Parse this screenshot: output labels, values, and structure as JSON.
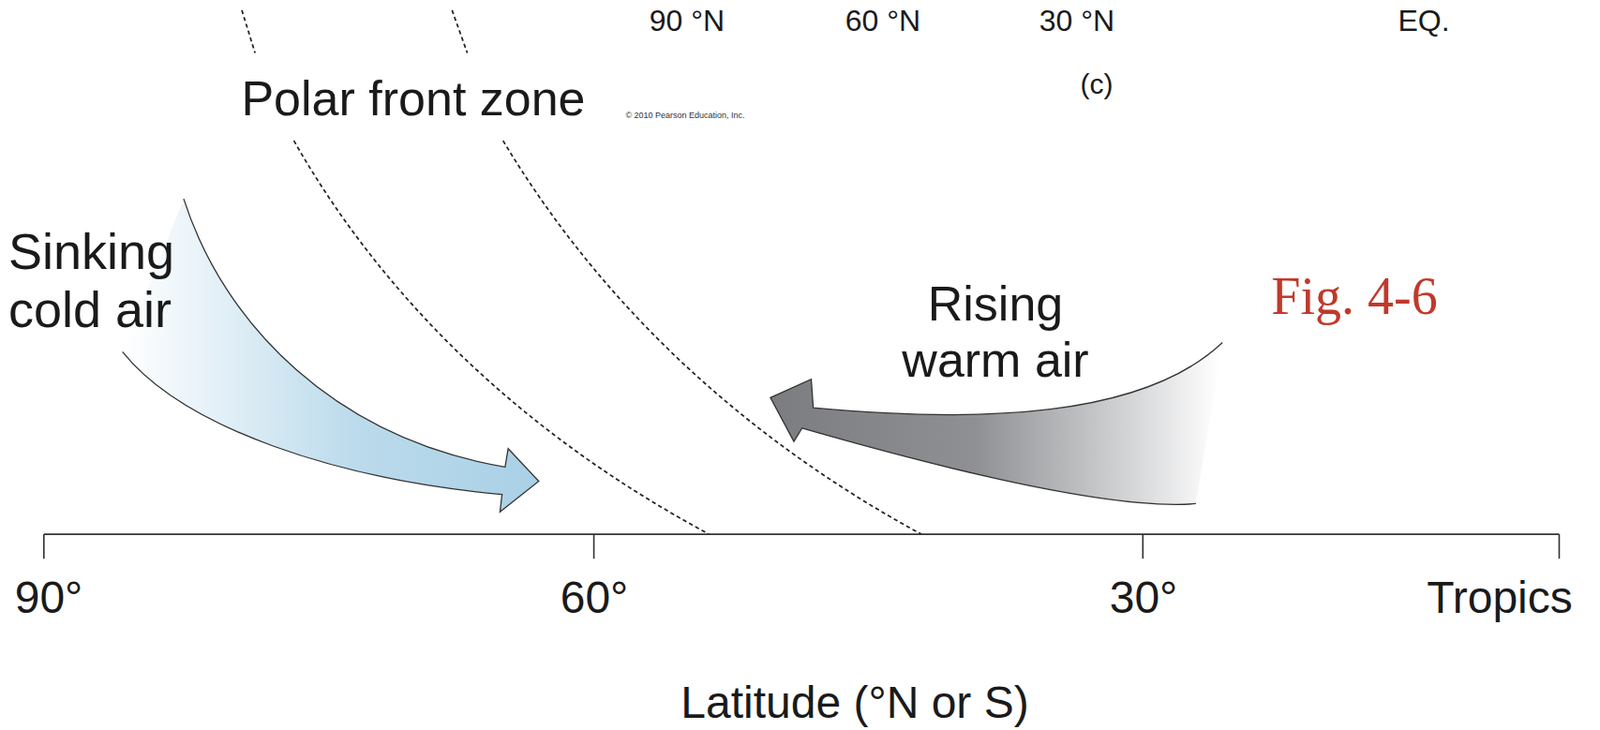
{
  "diagram": {
    "labels": [
      "90 °N",
      "60 °N",
      "30 °N",
      "EQ.",
      "(c)",
      "Polar front zone",
      "© 2010 Pearson Education, Inc.",
      "Sinking cold air",
      "Rising warm air",
      "Fig. 4-6",
      "90°",
      "60°",
      "30°",
      "Tropics",
      "Latitude (°N or S)"
    ]
  }
}
